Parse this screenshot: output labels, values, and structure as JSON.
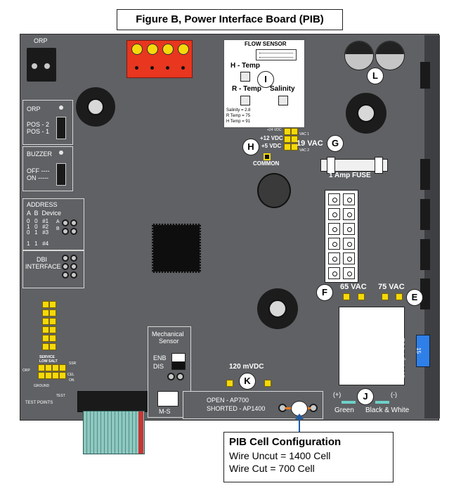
{
  "title": "Figure B, Power Interface Board (PIB)",
  "orp_connector_label": "ORP",
  "flow_sensor": {
    "title": "FLOW SENSOR",
    "h_temp": "H - Temp",
    "r_temp": "R - Temp",
    "salinity": "Salinity",
    "readout": [
      "Salinity = 2.8",
      "R Temp = 75",
      "H Temp = 91"
    ]
  },
  "orp_switch": {
    "title": "ORP",
    "pos2": "POS - 2",
    "pos1": "POS - 1"
  },
  "buzzer_switch": {
    "title": "BUZZER",
    "off": "OFF ----",
    "on": "ON -----"
  },
  "address": {
    "title": "ADDRESS",
    "header": "A  B  Device",
    "rows": [
      "0   0   #1",
      "1   0   #2",
      "0   1   #3",
      "1   1   #4"
    ],
    "jumper_a": "A",
    "jumper_b": "B"
  },
  "dbi": {
    "line1": "DBI",
    "line2": "INTERFACE"
  },
  "voltages": {
    "v24": "+24 VDC",
    "v12": "+12 VDC",
    "v5": "+5 VDC",
    "vac19": "19 VAC",
    "vac1": "VAC 1",
    "vac2": "VAC 2",
    "common": "COMMON",
    "vac65": "65 VAC",
    "vac75": "75 VAC",
    "mvdc120": "120 mVDC"
  },
  "fuses": {
    "one_amp": "1 Amp FUSE",
    "fifteen_amp": "15 Amp FUSE",
    "fifteen_value": "15"
  },
  "markers": {
    "I": "I",
    "L": "L",
    "H": "H",
    "G": "G",
    "F": "F",
    "E": "E",
    "K": "K",
    "J": "J"
  },
  "mech_sensor": {
    "line1": "Mechanical",
    "line2": "Sensor",
    "enb": "ENB",
    "dis": "DIS",
    "ms": "M-S"
  },
  "cell_jumper": {
    "open": "OPEN - AP700",
    "shorted": "SHORTED - AP1400"
  },
  "test_points": {
    "service": "SERVICE",
    "low_salt": "LOW SALT",
    "orp": "ORP",
    "ground": "GROUND",
    "ssr": "SSR",
    "cell": "CEL",
    "on": "ON",
    "test": "TEST",
    "label": "TEST POINTS"
  },
  "polarity": {
    "plus": "(+)",
    "minus": "(-)",
    "green": "Green",
    "black_white": "Black & White"
  },
  "config": {
    "title": "PIB Cell Configuration",
    "line1": "Wire Uncut = 1400 Cell",
    "line2": "Wire Cut = 700 Cell"
  },
  "colors": {
    "board": "#5f6164",
    "pad": "#f5d90a",
    "terminal": "#e8361f",
    "fuse_blue": "#2f7fe8",
    "jumper_wire": "#f07a1a"
  }
}
